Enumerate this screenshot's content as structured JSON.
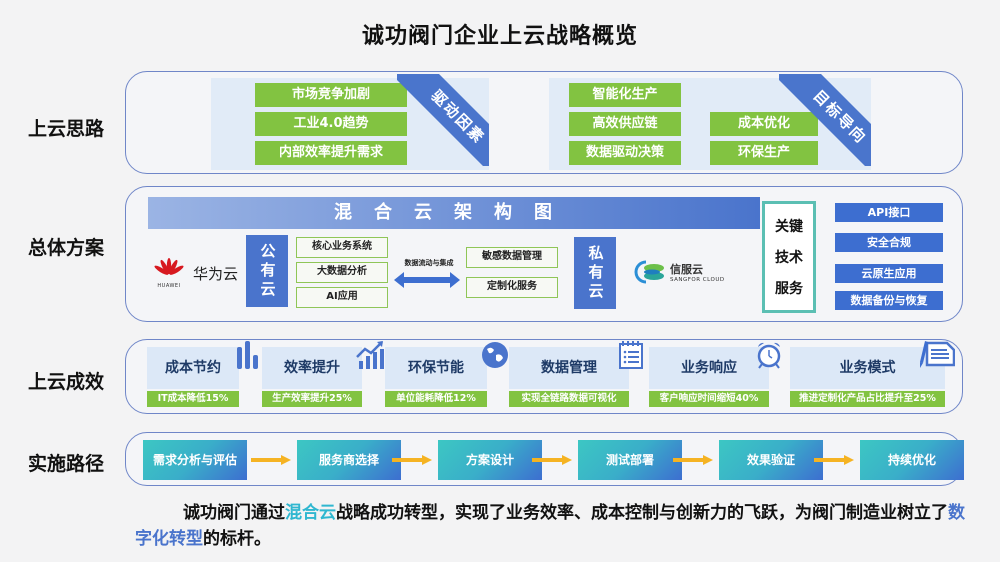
{
  "title": "诚功阀门企业上云战略概览",
  "rows": {
    "thinking": {
      "label": "上云思路",
      "drivers": {
        "ribbon": "驱动因素",
        "items": [
          "市场竞争加剧",
          "工业4.0趋势",
          "内部效率提升需求"
        ]
      },
      "goals": {
        "ribbon": "目标导向",
        "left_items": [
          "智能化生产",
          "高效供应链",
          "数据驱动决策"
        ],
        "right_items": [
          "成本优化",
          "环保生产"
        ]
      }
    },
    "solution": {
      "label": "总体方案",
      "arch_title": "混合云架构图",
      "huawei": {
        "brand": "HUAWEI",
        "name": "华为云"
      },
      "public_cloud": {
        "label": "公有云",
        "items": [
          "核心业务系统",
          "大数据分析",
          "AI应用"
        ]
      },
      "flow_label": "数据流动与集成",
      "private_items": [
        "敏感数据管理",
        "定制化服务"
      ],
      "private_cloud": {
        "label": "私有云"
      },
      "sangfor": {
        "name": "信服云",
        "en": "SANGFOR CLOUD"
      },
      "key_tech": {
        "label_lines": [
          "关键",
          "技术",
          "服务"
        ],
        "items": [
          "API接口",
          "安全合规",
          "云原生应用",
          "数据备份与恢复"
        ]
      }
    },
    "results": {
      "label": "上云成效",
      "cards": [
        {
          "title": "成本节约",
          "metric": "IT成本降低15%",
          "icon": "bar-chart-icon"
        },
        {
          "title": "效率提升",
          "metric": "生产效率提升25%",
          "icon": "growth-chart-icon"
        },
        {
          "title": "环保节能",
          "metric": "单位能耗降低12%",
          "icon": "globe-icon"
        },
        {
          "title": "数据管理",
          "metric": "实现全链路数据可视化",
          "icon": "notepad-icon"
        },
        {
          "title": "业务响应",
          "metric": "客户响应时间缩短40%",
          "icon": "alarm-clock-icon"
        },
        {
          "title": "业务模式",
          "metric": "推进定制化产品占比提升至25%",
          "icon": "document-pen-icon"
        }
      ]
    },
    "path": {
      "label": "实施路径",
      "steps": [
        "需求分析与评估",
        "服务商选择",
        "方案设计",
        "测试部署",
        "效果验证",
        "持续优化"
      ]
    }
  },
  "summary": {
    "part1": "诚功阀门通过",
    "hl1": "混合云",
    "part2": "战略成功转型，实现了业务效率、成本控制与创新力的飞跃，为阀门制造业树立了",
    "hl2": "数字化转型",
    "part3": "的标杆。"
  },
  "colors": {
    "green": "#82c341",
    "blue": "#4a74cc",
    "teal": "#3cc7c3",
    "arrow": "#f5b323"
  }
}
